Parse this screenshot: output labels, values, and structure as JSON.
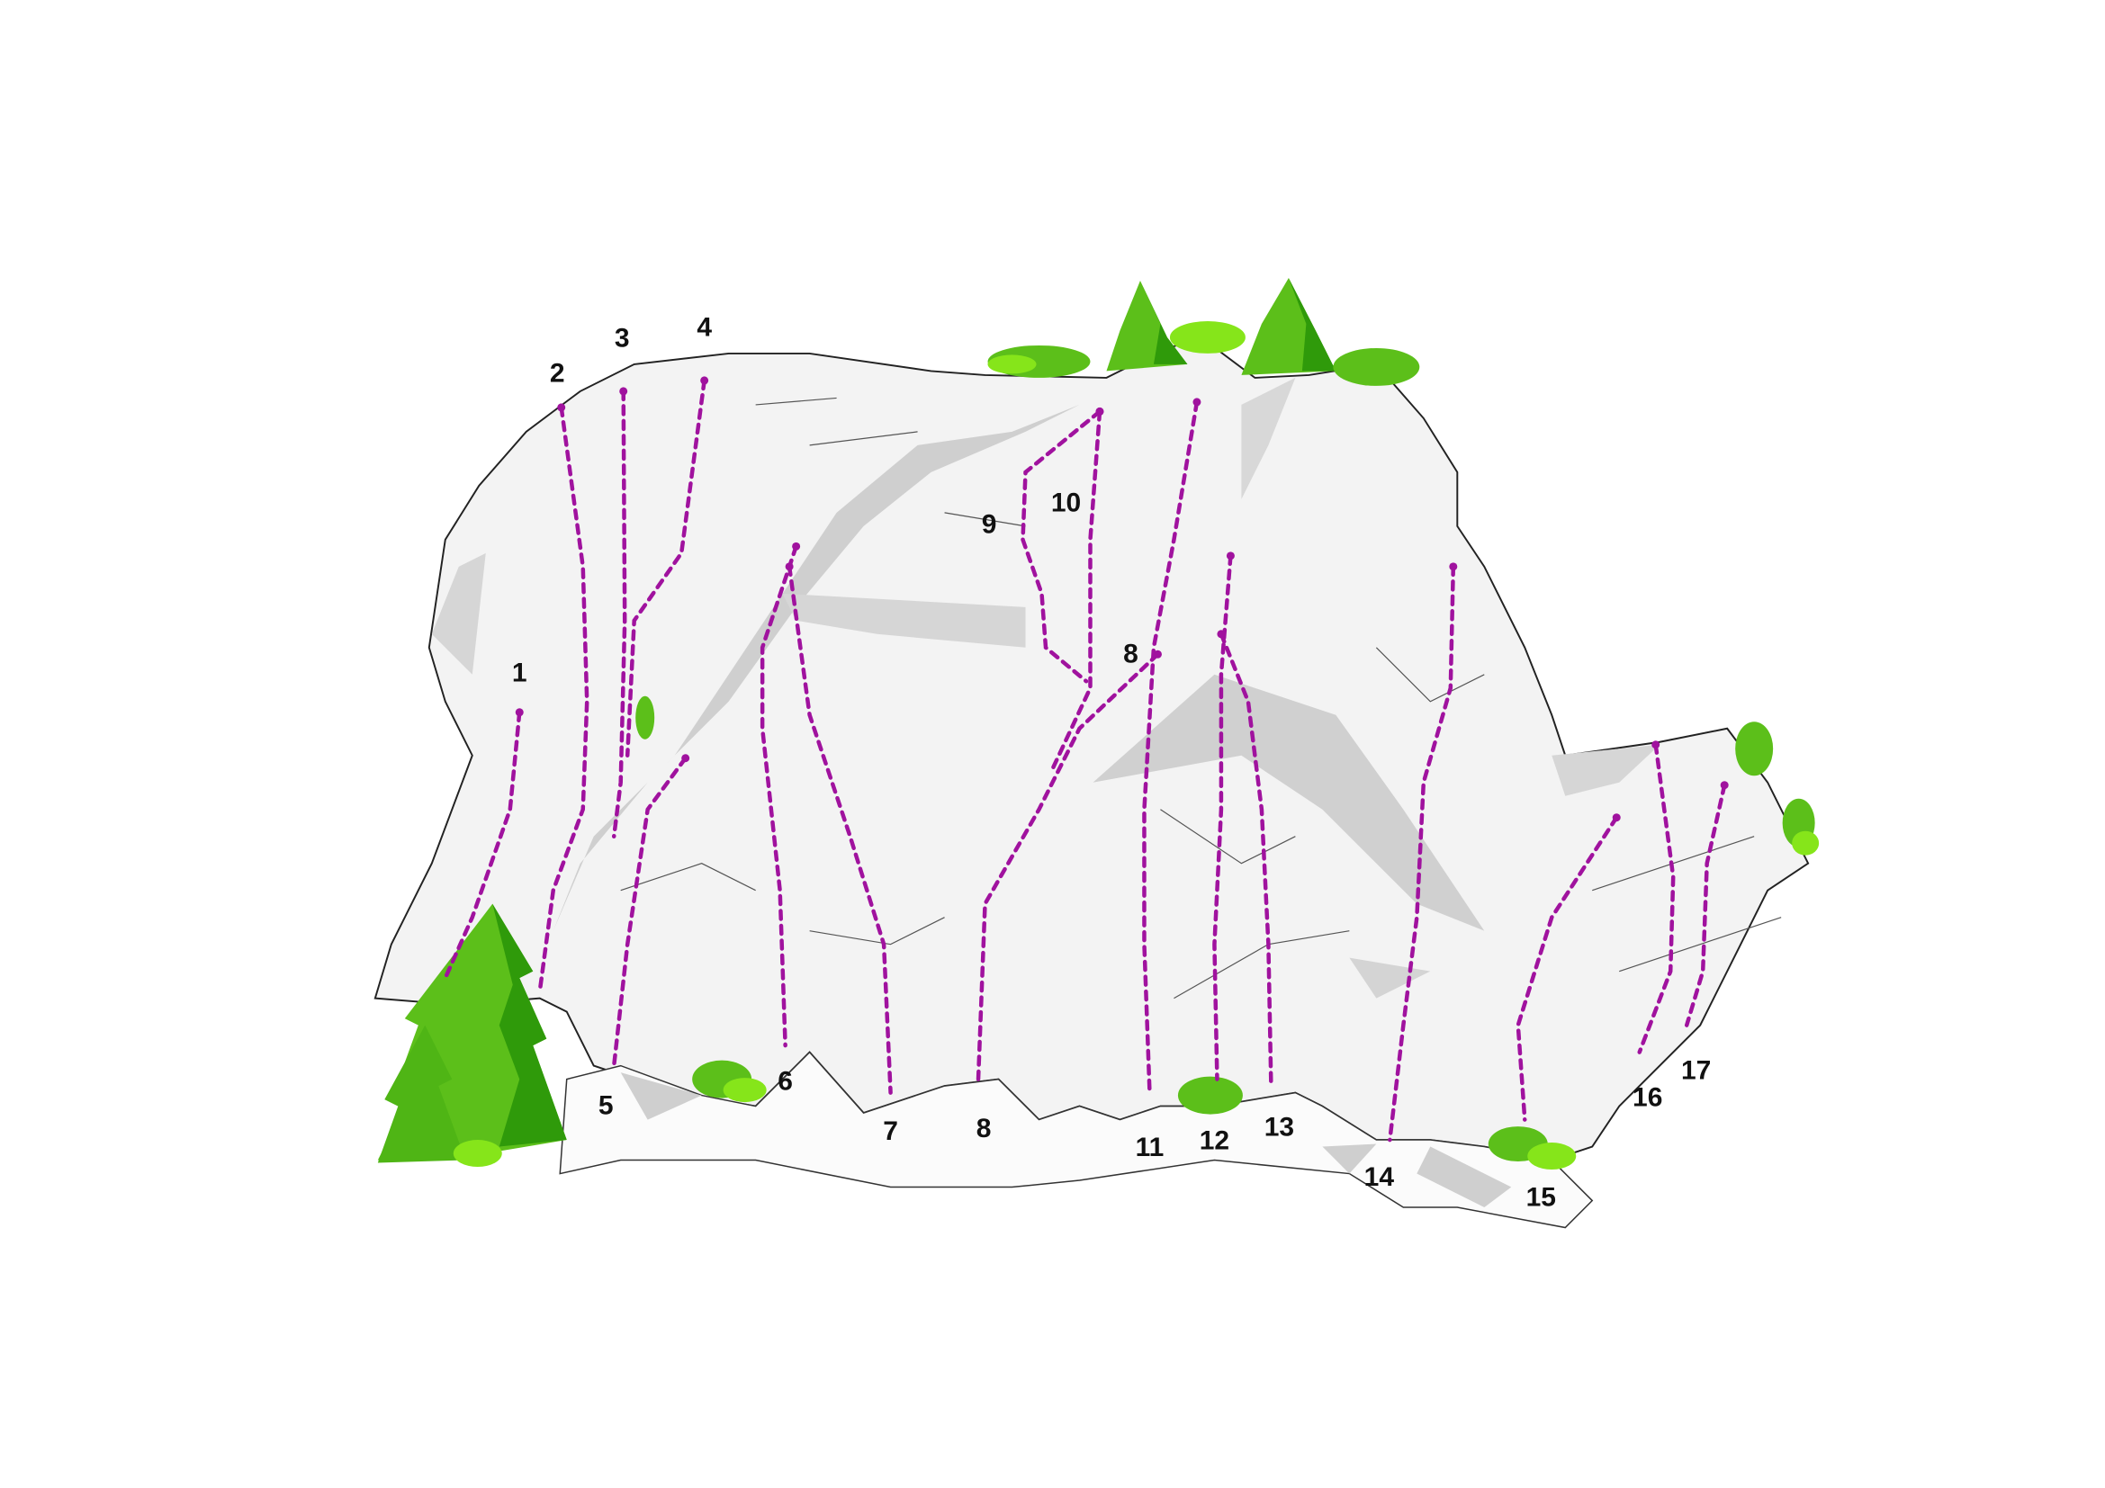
{
  "topo": {
    "route_color": "#a0129e",
    "rock_color": "#f2f2f2",
    "shadow_color": "#c8c8c8",
    "foliage_colors": [
      "#5cbf1a",
      "#2f9a0a",
      "#86e51a"
    ],
    "labels": [
      "1",
      "2",
      "3",
      "4",
      "5",
      "6",
      "7",
      "8",
      "9",
      "10",
      "8",
      "11",
      "12",
      "13",
      "14",
      "15",
      "16",
      "17"
    ]
  }
}
